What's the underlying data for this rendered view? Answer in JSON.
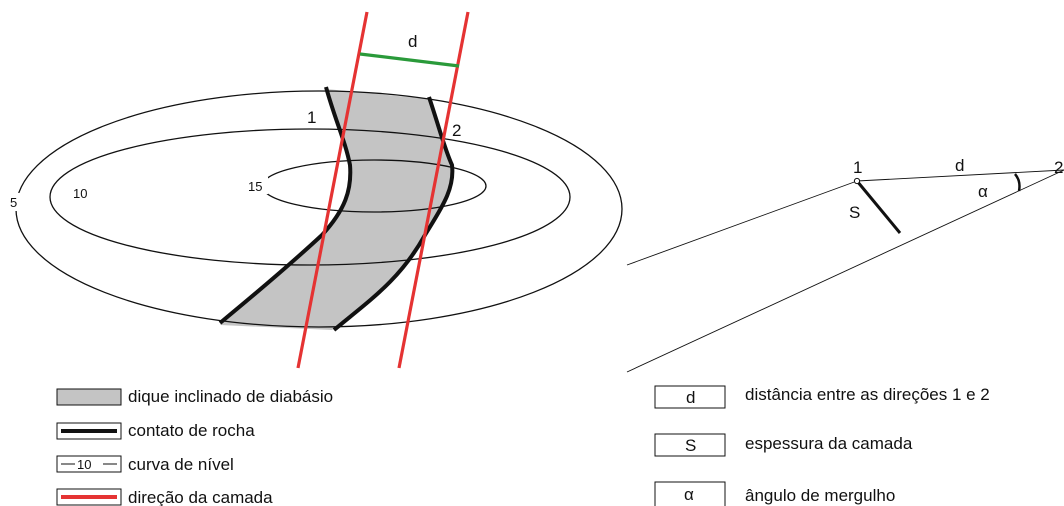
{
  "colors": {
    "dike_fill": "#c4c4c4",
    "contact": "#111111",
    "direction": "#e53333",
    "distance": "#2a9a3a",
    "contour": "#111111"
  },
  "map": {
    "contours": [
      {
        "label": "5"
      },
      {
        "label": "10"
      },
      {
        "label": "15"
      }
    ],
    "distance_label": "d",
    "point_1": "1",
    "point_2": "2"
  },
  "section": {
    "point_1": "1",
    "point_2": "2",
    "distance_label": "d",
    "angle_label": "α",
    "thickness_label": "S"
  },
  "legend_left": [
    {
      "symbol": "dike-fill",
      "text": "dique inclinado de diabásio"
    },
    {
      "symbol": "contact-line",
      "text": "contato de rocha"
    },
    {
      "symbol": "contour-line",
      "symbol_text": "10",
      "text": "curva de nível"
    },
    {
      "symbol": "direction-line",
      "text": "direção da camada"
    }
  ],
  "legend_right": [
    {
      "key": "d",
      "text": "distância entre as direções 1 e 2"
    },
    {
      "key": "S",
      "text": "espessura da camada"
    },
    {
      "key": "α",
      "text": "ângulo de mergulho"
    }
  ]
}
